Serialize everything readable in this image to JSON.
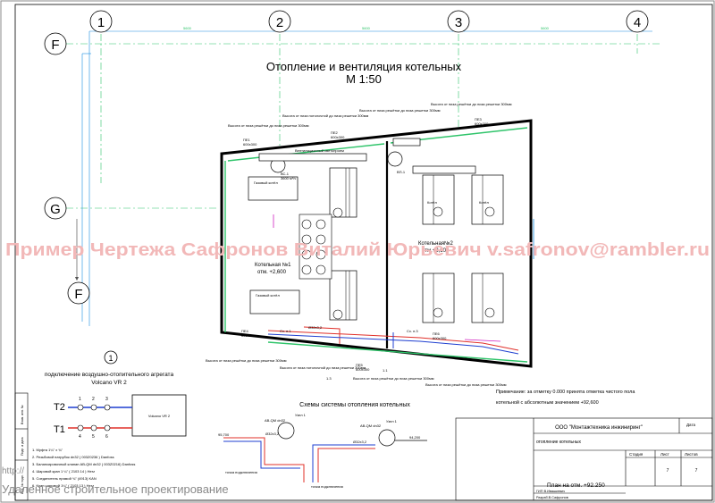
{
  "axes": {
    "columns": [
      "1",
      "2",
      "3",
      "4"
    ],
    "rows": [
      "F",
      "G",
      "F"
    ]
  },
  "title": {
    "line1": "Отопление и вентиляция котельных",
    "line2": "М 1:50"
  },
  "watermark": "Пример Чертежа Сафронов Виталий Юрьевич v.safronov@rambler.ru",
  "rooms": {
    "left_label": "Котельная №1",
    "left_level": "отм. +2,600",
    "right_label": "Котельная№2",
    "right_level": "отм.+2,600"
  },
  "equipment": {
    "vent_top": "Вентиляционный светопроем",
    "vc_label": "ВС-1",
    "vc_flow": "3600 м³/ч",
    "vp_label": "ВП-1",
    "boiler": "Котёл",
    "gas_boiler": "Газовый котёл",
    "duct_notes": [
      "Высота от низа решётки до низа решетки 300мм",
      "Высота от низа потолочной до низа решетки 300мм"
    ],
    "grilles": [
      "ПЕ1",
      "ПЕ2",
      "ПЕ3",
      "ПЕ4",
      "ПЕ5",
      "ПЕ6"
    ],
    "grille_size": "600x300",
    "nodes": [
      "Сх. п.1",
      "Сх. п.3",
      "1.1",
      "1.3"
    ],
    "pipe_label": "Ø32x3,2"
  },
  "vent_unit": {
    "number": "1",
    "caption1": "подключение воздушно-отопительного агрегата",
    "caption2": "Volcano VR 2",
    "box_label": "Volcano VR 2",
    "t2": "T2",
    "t1": "T1",
    "markers": [
      "1",
      "2",
      "3",
      "4",
      "5",
      "6"
    ],
    "spec": [
      "1. Муфта 1¼\" x ¾\"",
      "2. Резьбовой патрубок dn32 ( 003Z0236 ) Danfoss",
      "3. Балансировочный клапан AB-QM dn32 ( 003Z0216) Danfoss",
      "4. Шаровой кран 1 ¼\" ( 2103 14 ) Herz",
      "5. Соединитель прямой ¾\" (4913) KAN",
      "6. Кран шаровой 1¼\" ( 2103 13 ) Herz"
    ]
  },
  "schema": {
    "title": "Схемы системы отопления котельных",
    "node1": "Узел 1",
    "valve": "AB-QM dn32",
    "pipe": "Ø32х3,2",
    "level_left": "95,700",
    "level_right": "94,200",
    "connect": "точка подключения"
  },
  "note": {
    "text1": "Примечание: за отметку 0.000 принята отметка чистого пола",
    "text2": "котельной с абсолютным значением +92,600"
  },
  "stamp": {
    "company": "ООО \"Монтажтехника инжиниринг\"",
    "date_label": "Дата",
    "sheet_title": "отопление котельных",
    "stage_h": "Стадия",
    "sheet_h": "Лист",
    "sheets_h": "Листов",
    "stage_v": "",
    "sheet_v": "7",
    "sheets_v": "7",
    "plan": "План на отм. +92.250",
    "signers": [
      "ГИП В.Ивашкевич",
      "Разраб.В.Сафронов"
    ],
    "side_labels": [
      "Взам. инв. №",
      "Подп. и дата",
      "Инв. № подл."
    ]
  },
  "footer": {
    "url": "http://",
    "subtitle": "Удаленное строительное проектирование"
  }
}
